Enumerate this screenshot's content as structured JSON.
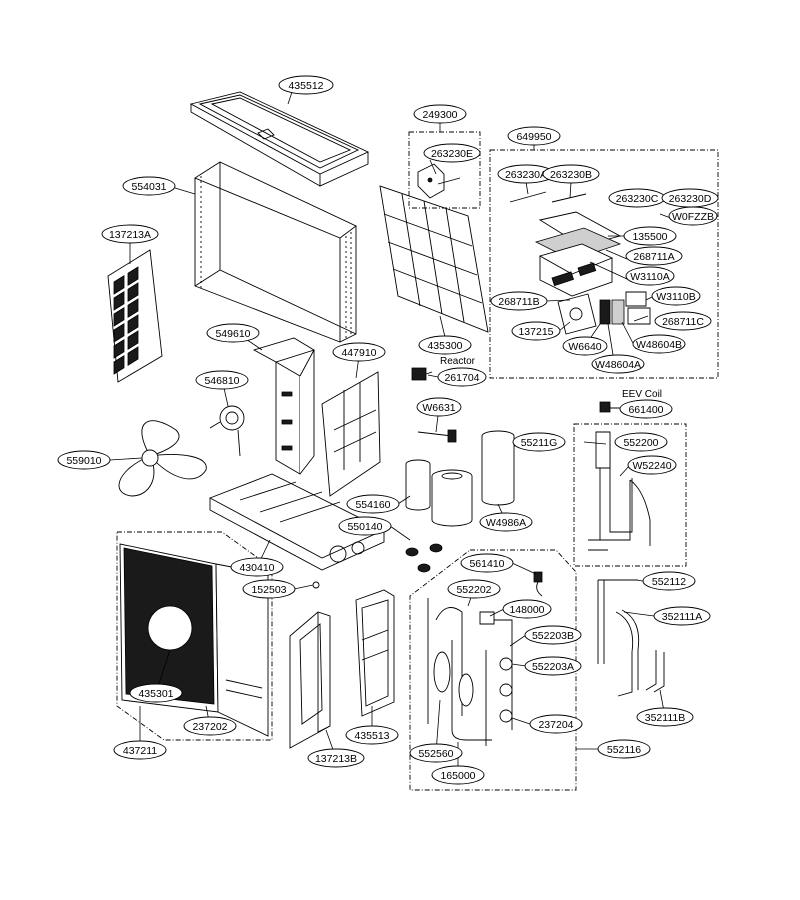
{
  "notes": {
    "reactor": "Reactor",
    "eev_coil": "EEV Coil"
  },
  "callouts": [
    {
      "id": "c435512",
      "label": "435512"
    },
    {
      "id": "c249300",
      "label": "249300"
    },
    {
      "id": "c649950",
      "label": "649950"
    },
    {
      "id": "c263230E",
      "label": "263230E"
    },
    {
      "id": "c554031",
      "label": "554031"
    },
    {
      "id": "c263230A",
      "label": "263230A"
    },
    {
      "id": "c263230B",
      "label": "263230B"
    },
    {
      "id": "c263230C",
      "label": "263230C"
    },
    {
      "id": "c263230D",
      "label": "263230D"
    },
    {
      "id": "cW0FZZB",
      "label": "W0FZZB"
    },
    {
      "id": "c137213A",
      "label": "137213A"
    },
    {
      "id": "c135500",
      "label": "135500"
    },
    {
      "id": "c268711A",
      "label": "268711A"
    },
    {
      "id": "cW3110A",
      "label": "W3110A"
    },
    {
      "id": "c268711B",
      "label": "268711B"
    },
    {
      "id": "cW3110B",
      "label": "W3110B"
    },
    {
      "id": "c137215",
      "label": "137215"
    },
    {
      "id": "c268711C",
      "label": "268711C"
    },
    {
      "id": "c435300",
      "label": "435300"
    },
    {
      "id": "cW6640",
      "label": "W6640"
    },
    {
      "id": "cW48604B",
      "label": "W48604B"
    },
    {
      "id": "cW48604A",
      "label": "W48604A"
    },
    {
      "id": "c549610",
      "label": "549610"
    },
    {
      "id": "c447910",
      "label": "447910"
    },
    {
      "id": "c261704",
      "label": "261704"
    },
    {
      "id": "c546810",
      "label": "546810"
    },
    {
      "id": "c661400",
      "label": "661400"
    },
    {
      "id": "cW6631",
      "label": "W6631"
    },
    {
      "id": "c55211G",
      "label": "55211G"
    },
    {
      "id": "c552200",
      "label": "552200"
    },
    {
      "id": "c559010",
      "label": "559010"
    },
    {
      "id": "cW52240",
      "label": "W52240"
    },
    {
      "id": "c554160",
      "label": "554160"
    },
    {
      "id": "cW4986A",
      "label": "W4986A"
    },
    {
      "id": "c550140",
      "label": "550140"
    },
    {
      "id": "c430410",
      "label": "430410"
    },
    {
      "id": "c561410",
      "label": "561410"
    },
    {
      "id": "c552112",
      "label": "552112"
    },
    {
      "id": "c152503",
      "label": "152503"
    },
    {
      "id": "c552202",
      "label": "552202"
    },
    {
      "id": "c148000",
      "label": "148000"
    },
    {
      "id": "c352111A",
      "label": "352111A"
    },
    {
      "id": "c552203B",
      "label": "552203B"
    },
    {
      "id": "c552203A",
      "label": "552203A"
    },
    {
      "id": "c435301",
      "label": "435301"
    },
    {
      "id": "c435513",
      "label": "435513"
    },
    {
      "id": "c237202",
      "label": "237202"
    },
    {
      "id": "c237204",
      "label": "237204"
    },
    {
      "id": "c352111B",
      "label": "352111B"
    },
    {
      "id": "c437211",
      "label": "437211"
    },
    {
      "id": "c137213B",
      "label": "137213B"
    },
    {
      "id": "c552560",
      "label": "552560"
    },
    {
      "id": "c552116",
      "label": "552116"
    },
    {
      "id": "c165000",
      "label": "165000"
    }
  ]
}
